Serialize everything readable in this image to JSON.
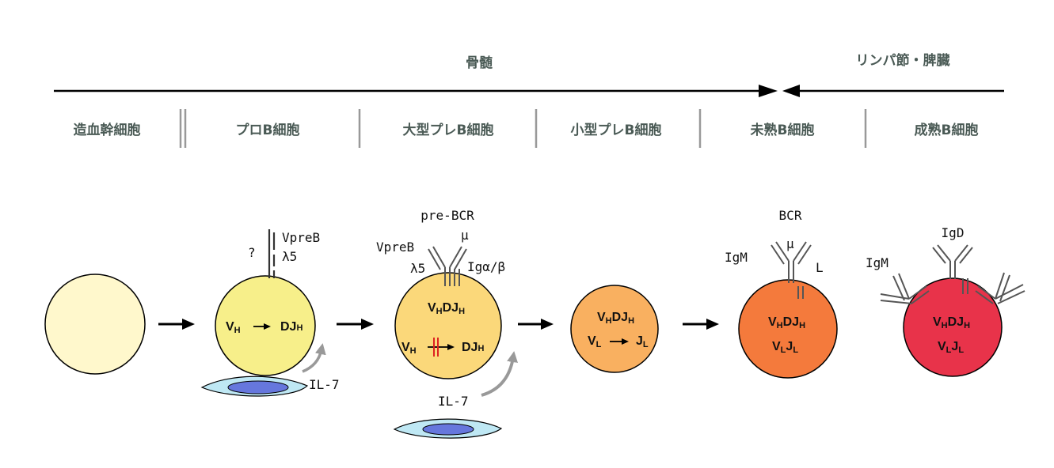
{
  "regions": {
    "bone_marrow": "骨髄",
    "lymph_spleen": "リンパ節・脾臓"
  },
  "stages": [
    {
      "label": "造血幹細胞"
    },
    {
      "label": "プロB細胞"
    },
    {
      "label": "大型プレB細胞"
    },
    {
      "label": "小型プレB細胞"
    },
    {
      "label": "未熟B細胞"
    },
    {
      "label": "成熟B細胞"
    }
  ],
  "colors": {
    "stem_cell": "#fff8cc",
    "pro_b": "#f7ef8a",
    "large_pre_b": "#fbd87a",
    "small_pre_b": "#f9b060",
    "immature_b": "#f47a3c",
    "mature_b": "#e8334a",
    "stromal_outer": "#bfe8f4",
    "stromal_nucleus": "#6677dd",
    "block_mark": "#dd2222",
    "il7_arrow": "#999999"
  },
  "pro_b": {
    "q": "?",
    "vpreb": "VpreB",
    "lambda5": "λ5",
    "gene_v": "V",
    "gene_v_sub": "H",
    "gene_dj": "DJ",
    "gene_dj_sub": "H",
    "il7": "IL-7"
  },
  "large_pre_b": {
    "receptor": "pre-BCR",
    "vpreb": "VpreB",
    "mu": "μ",
    "lambda5": "λ5",
    "iga_b": "Igα/β",
    "vdj_v": "V",
    "vdj_v_sub": "H",
    "vdj_d": "DJ",
    "vdj_d_sub": "H",
    "gene_v": "V",
    "gene_v_sub": "H",
    "gene_dj": "DJ",
    "gene_dj_sub": "H",
    "il7": "IL-7"
  },
  "small_pre_b": {
    "vdj_v": "V",
    "vdj_v_sub": "H",
    "vdj_d": "DJ",
    "vdj_d_sub": "H",
    "vl_v": "V",
    "vl_v_sub": "L",
    "vl_j": "J",
    "vl_j_sub": "L"
  },
  "immature_b": {
    "receptor": "BCR",
    "igm": "IgM",
    "mu": "μ",
    "l": "L",
    "vdj_v": "V",
    "vdj_v_sub": "H",
    "vdj_d": "DJ",
    "vdj_d_sub": "H",
    "vl_v": "V",
    "vl_v_sub": "L",
    "vl_j": "J",
    "vl_j_sub": "L"
  },
  "mature_b": {
    "igd": "IgD",
    "igm": "IgM",
    "vdj_v": "V",
    "vdj_v_sub": "H",
    "vdj_d": "DJ",
    "vdj_d_sub": "H",
    "vl_v": "V",
    "vl_v_sub": "L",
    "vl_j": "J",
    "vl_j_sub": "L"
  }
}
